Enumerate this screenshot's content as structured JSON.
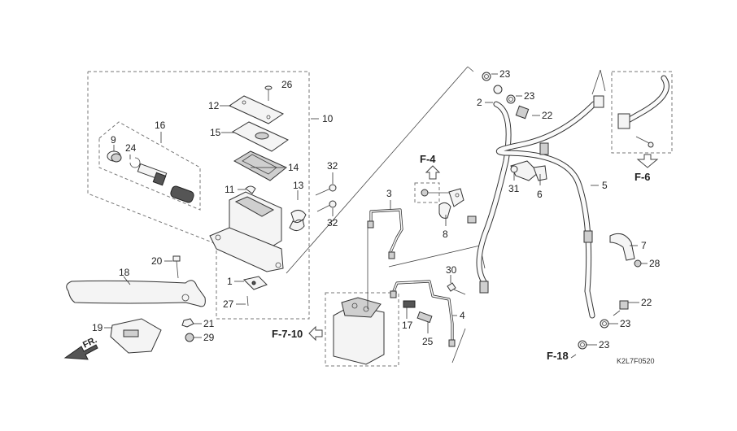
{
  "diagram": {
    "title": "Front brake master cylinder / ABS brake hose parts diagram",
    "drawing_code": "K2L7F0520",
    "direction_label": "FR.",
    "references": [
      {
        "id": "f-7-10",
        "label": "F-7-10",
        "direction": "left"
      },
      {
        "id": "f-4",
        "label": "F-4",
        "direction": "up"
      },
      {
        "id": "f-6",
        "label": "F-6",
        "direction": "down"
      },
      {
        "id": "f-18",
        "label": "F-18",
        "direction": "down-left"
      }
    ],
    "callouts": [
      {
        "part_no": "1",
        "part": "front stop switch"
      },
      {
        "part_no": "2",
        "part": "brake hose (upper)"
      },
      {
        "part_no": "3",
        "part": "brake pipe A"
      },
      {
        "part_no": "4",
        "part": "brake pipe B"
      },
      {
        "part_no": "5",
        "part": "brake hose (lower)"
      },
      {
        "part_no": "6",
        "part": "hose clamp"
      },
      {
        "part_no": "7",
        "part": "hose guide bracket"
      },
      {
        "part_no": "8",
        "part": "pipe clamp"
      },
      {
        "part_no": "9",
        "part": "boot"
      },
      {
        "part_no": "10",
        "part": "master cylinder assembly"
      },
      {
        "part_no": "11",
        "part": "diaphragm plate"
      },
      {
        "part_no": "12",
        "part": "reservoir cap"
      },
      {
        "part_no": "13",
        "part": "master cylinder holder"
      },
      {
        "part_no": "14",
        "part": "diaphragm"
      },
      {
        "part_no": "15",
        "part": "plate"
      },
      {
        "part_no": "16",
        "part": "piston set"
      },
      {
        "part_no": "17",
        "part": "pipe clamp A"
      },
      {
        "part_no": "18",
        "part": "brake lever"
      },
      {
        "part_no": "19",
        "part": "lever cover"
      },
      {
        "part_no": "20",
        "part": "pivot bolt"
      },
      {
        "part_no": "21",
        "part": "lever nut"
      },
      {
        "part_no": "22",
        "part": "oil bolt"
      },
      {
        "part_no": "23",
        "part": "sealing washer"
      },
      {
        "part_no": "24",
        "part": "circlip"
      },
      {
        "part_no": "25",
        "part": "pipe clamp B"
      },
      {
        "part_no": "26",
        "part": "screw"
      },
      {
        "part_no": "27",
        "part": "screw"
      },
      {
        "part_no": "28",
        "part": "nut"
      },
      {
        "part_no": "29",
        "part": "cap nut"
      },
      {
        "part_no": "30",
        "part": "flange bolt"
      },
      {
        "part_no": "31",
        "part": "bolt"
      },
      {
        "part_no": "32",
        "part": "holder bolt"
      }
    ]
  }
}
